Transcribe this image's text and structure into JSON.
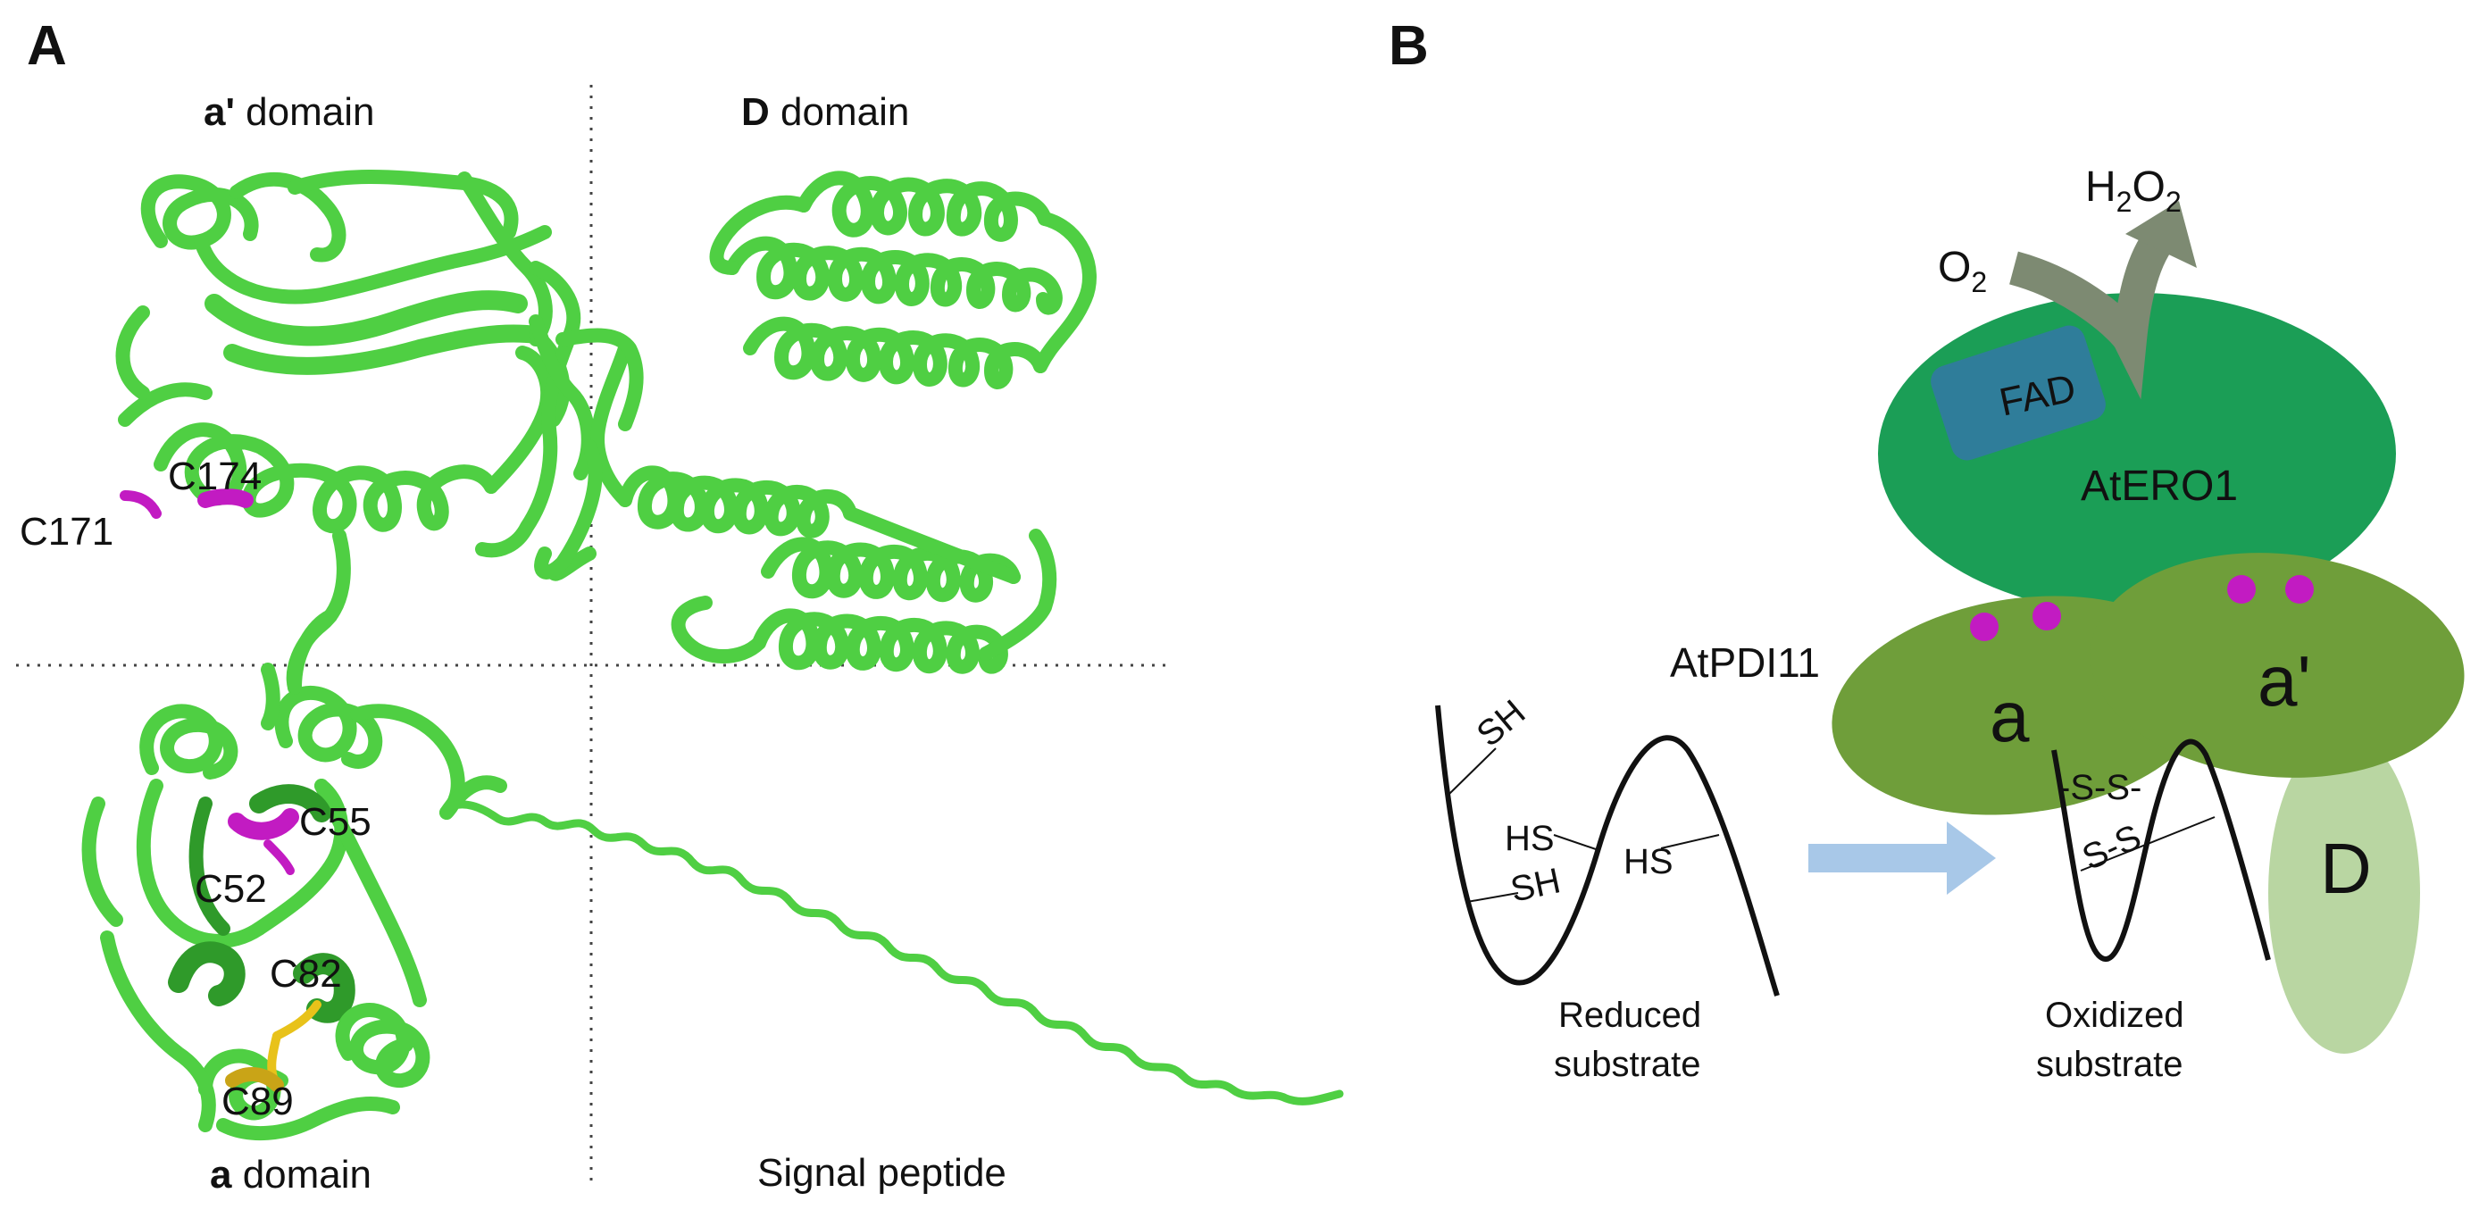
{
  "panel_a": {
    "letter": "A",
    "labels": {
      "a_prime_domain": {
        "bold": "a'",
        "rest": " domain"
      },
      "d_domain": {
        "bold": "D",
        "rest": " domain"
      },
      "a_domain": {
        "bold": "a",
        "rest": " domain"
      },
      "signal_peptide": "Signal peptide"
    },
    "residues": {
      "c171": "C171",
      "c174": "C174",
      "c55": "C55",
      "c52": "C52",
      "c82": "C82",
      "c89": "C89"
    }
  },
  "panel_b": {
    "letter": "B",
    "h2o2": {
      "base": "H",
      "sub1": "2",
      "mid": "O",
      "sub2": "2"
    },
    "o2": {
      "base": "O",
      "sub": "2"
    },
    "fad": "FAD",
    "atero1": "AtERO1",
    "atpdi11": "AtPDI11",
    "domain_a": "a",
    "domain_a_prime": "a'",
    "domain_d": "D",
    "reduced": {
      "sh_top": "SH",
      "hs_mid": "HS",
      "sh_low": "SH",
      "hs_right": "HS",
      "caption_line1": "Reduced",
      "caption_line2": "substrate"
    },
    "oxidized": {
      "ss_top": "-S-S-",
      "ss_low": "S-S",
      "caption_line1": "Oxidized",
      "caption_line2": "substrate"
    }
  },
  "colors": {
    "ribbon_green": "#4fcf43",
    "ribbon_dark": "#2f9a2a",
    "cysteine_magenta": "#c21bc2",
    "disulfide_yellow": "#e8c21a",
    "ero1_green": "#1b9e56",
    "pdi_green": "#6f9e3a",
    "d_domain_green": "#b9d6a2",
    "fad_blue": "#2f7d9a",
    "arrow_grey": "#7d8a72",
    "process_arrow_blue": "#a8c8e8"
  }
}
